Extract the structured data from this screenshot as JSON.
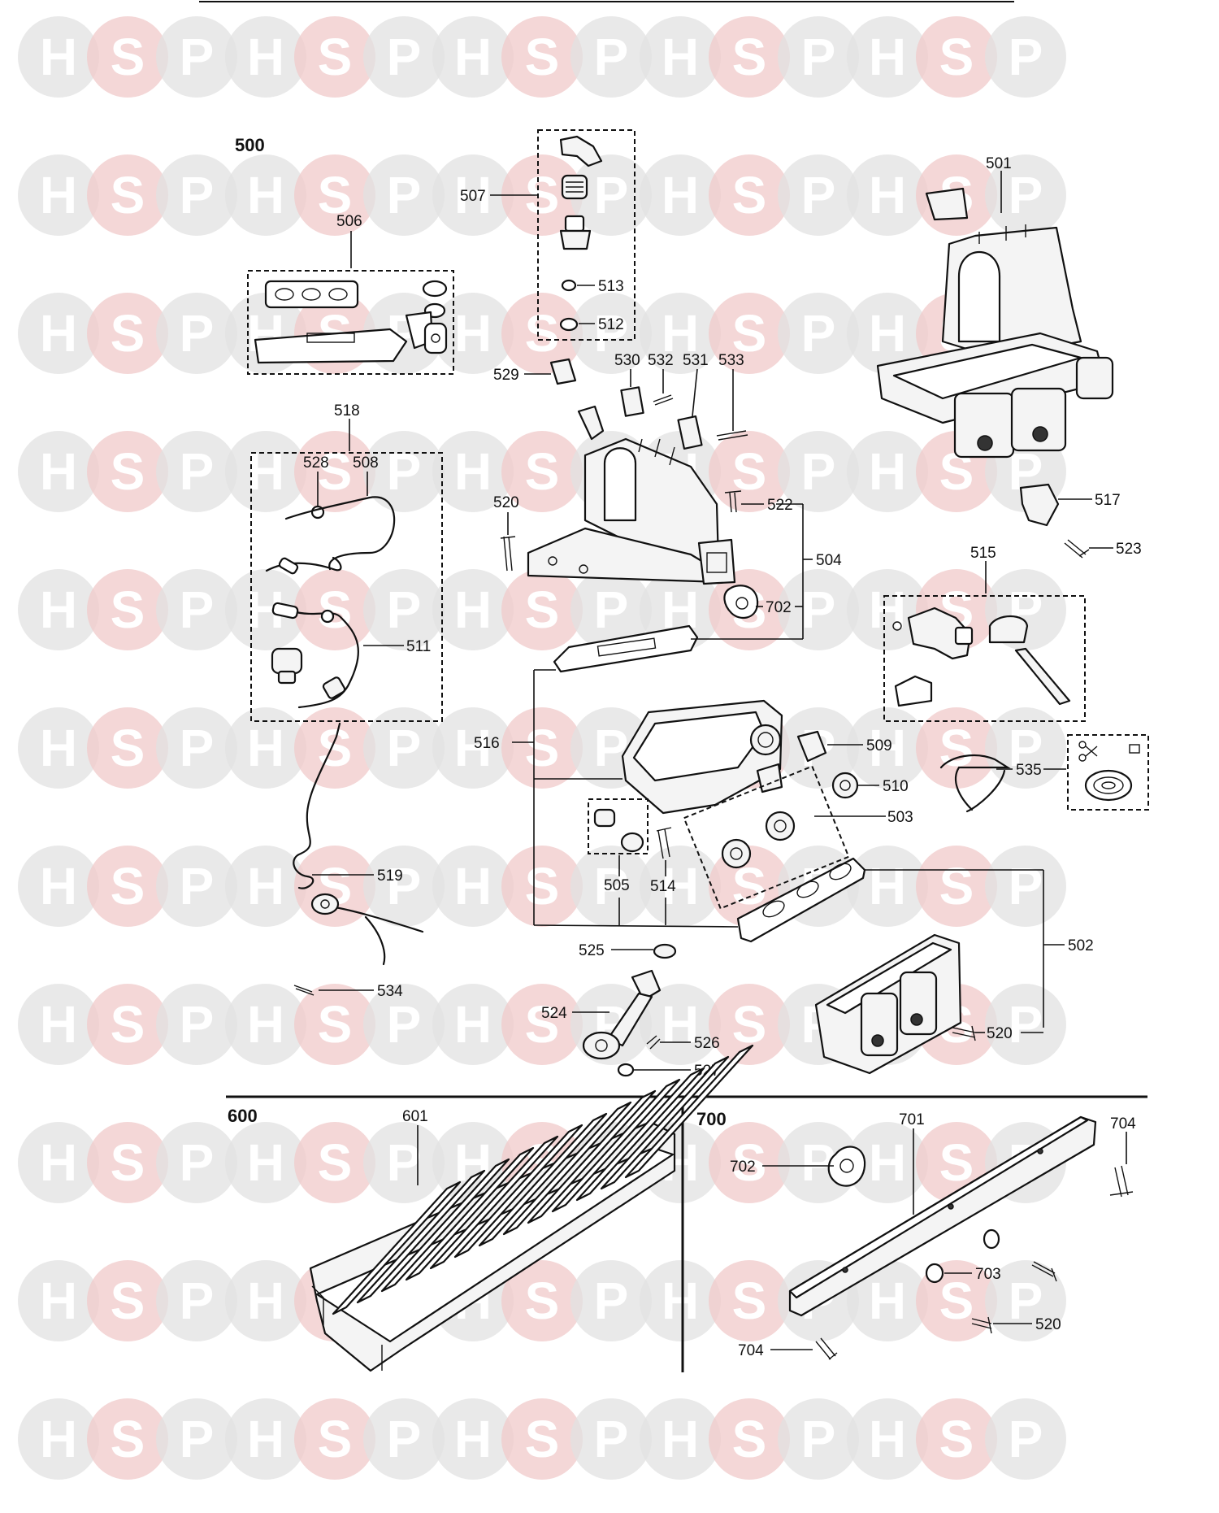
{
  "watermark": {
    "letters": [
      "H",
      "S",
      "P"
    ],
    "colors": [
      "#e2e2e2",
      "#f0c9c9",
      "#e2e2e2"
    ]
  },
  "sections": [
    {
      "id": "500",
      "label": "500"
    },
    {
      "id": "600",
      "label": "600"
    },
    {
      "id": "700",
      "label": "700"
    }
  ],
  "parts": {
    "p501": "501",
    "p502": "502",
    "p503": "503",
    "p504": "504",
    "p505": "505",
    "p506": "506",
    "p507": "507",
    "p508": "508",
    "p509": "509",
    "p510": "510",
    "p511": "511",
    "p512": "512",
    "p513": "513",
    "p514": "514",
    "p515": "515",
    "p516": "516",
    "p517": "517",
    "p518": "518",
    "p519": "519",
    "p520": "520",
    "p522": "522",
    "p523": "523",
    "p524": "524",
    "p525": "525",
    "p526": "526",
    "p527": "527",
    "p528": "528",
    "p529": "529",
    "p530": "530",
    "p531": "531",
    "p532": "532",
    "p533": "533",
    "p534": "534",
    "p535": "535",
    "p601": "601",
    "p701": "701",
    "p702": "702",
    "p703": "703",
    "p704": "704"
  }
}
